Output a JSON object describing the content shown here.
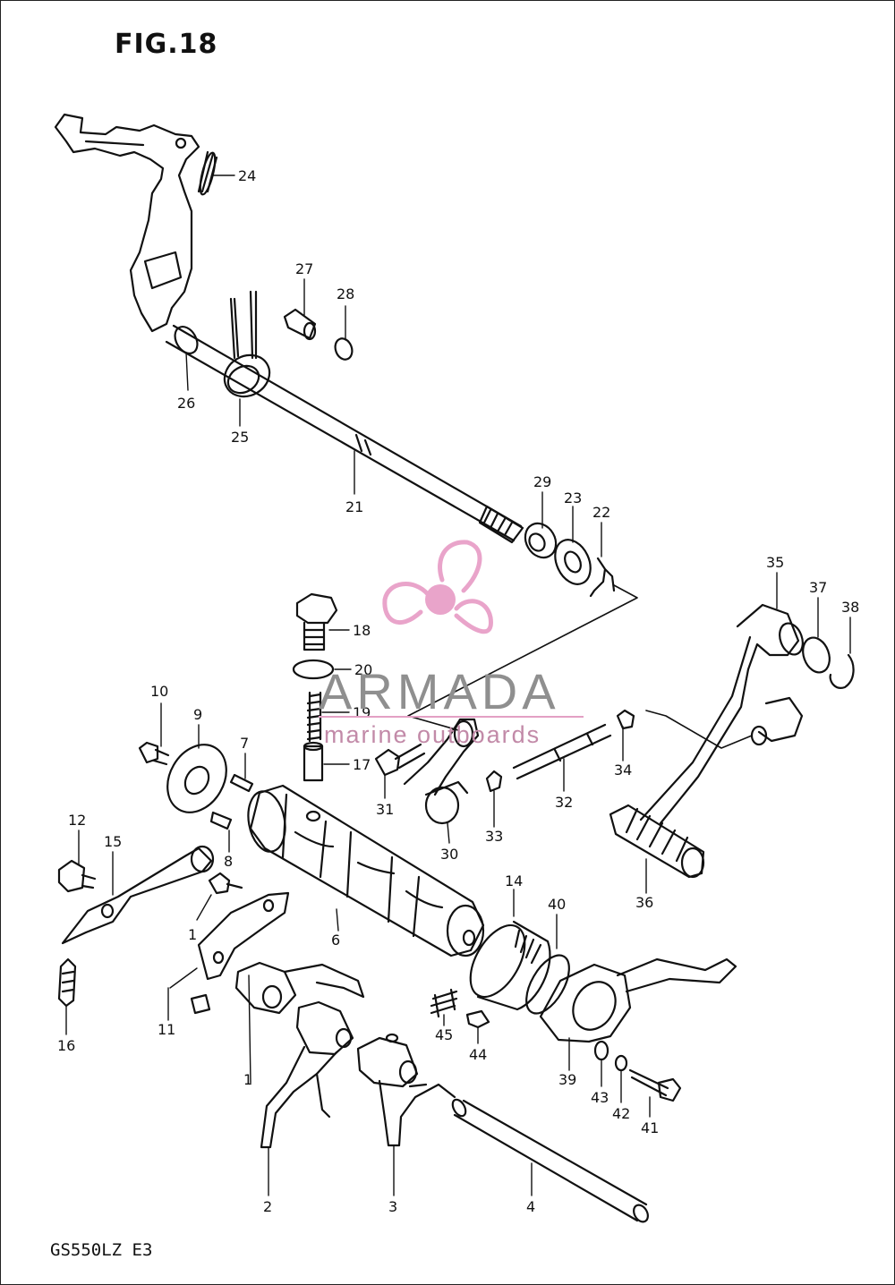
{
  "figure": {
    "title": "FIG.18",
    "model": "GS550LZ E3"
  },
  "watermark": {
    "brand": "ARMADA",
    "tagline": "marine outboards",
    "logo_icon": "propeller-icon",
    "color": "#e9a4ca"
  },
  "parts": [
    {
      "label": "24"
    },
    {
      "label": "27"
    },
    {
      "label": "28"
    },
    {
      "label": "26"
    },
    {
      "label": "25"
    },
    {
      "label": "21"
    },
    {
      "label": "29"
    },
    {
      "label": "23"
    },
    {
      "label": "22"
    },
    {
      "label": "35"
    },
    {
      "label": "37"
    },
    {
      "label": "38"
    },
    {
      "label": "18"
    },
    {
      "label": "20"
    },
    {
      "label": "19"
    },
    {
      "label": "17"
    },
    {
      "label": "10"
    },
    {
      "label": "9"
    },
    {
      "label": "7"
    },
    {
      "label": "31"
    },
    {
      "label": "30"
    },
    {
      "label": "33"
    },
    {
      "label": "32"
    },
    {
      "label": "34"
    },
    {
      "label": "12"
    },
    {
      "label": "15"
    },
    {
      "label": "8"
    },
    {
      "label": "1"
    },
    {
      "label": "6"
    },
    {
      "label": "14"
    },
    {
      "label": "40"
    },
    {
      "label": "36"
    },
    {
      "label": "16"
    },
    {
      "label": "11"
    },
    {
      "label": "1"
    },
    {
      "label": "45"
    },
    {
      "label": "44"
    },
    {
      "label": "39"
    },
    {
      "label": "43"
    },
    {
      "label": "42"
    },
    {
      "label": "41"
    },
    {
      "label": "2"
    },
    {
      "label": "3"
    },
    {
      "label": "4"
    }
  ]
}
